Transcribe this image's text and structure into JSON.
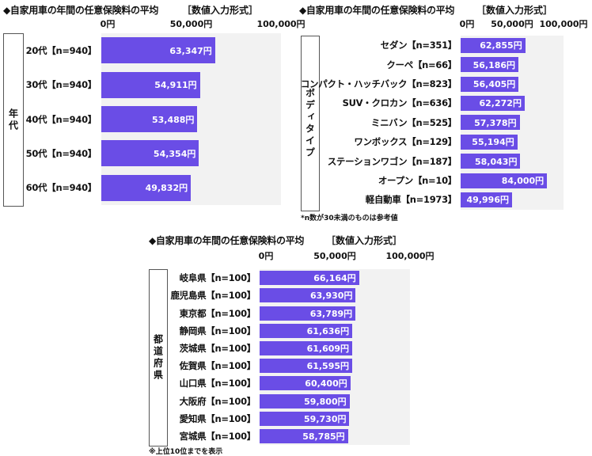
{
  "chart_data": [
    {
      "id": "age",
      "type": "bar",
      "title": "◆自家用車の年間の任意保険料の平均",
      "unit_label": "［数値入力形式］",
      "side_label": "年代",
      "xticks": [
        "0円",
        "50,000円",
        "100,000円"
      ],
      "xlim": [
        0,
        100000
      ],
      "categories": [
        "20代【n=940】",
        "30代【n=940】",
        "40代【n=940】",
        "50代【n=940】",
        "60代【n=940】"
      ],
      "values": [
        63347,
        54911,
        53488,
        54354,
        49832
      ],
      "value_labels": [
        "63,347円",
        "54,911円",
        "53,488円",
        "54,354円",
        "49,832円"
      ],
      "note": ""
    },
    {
      "id": "body",
      "type": "bar",
      "title": "◆自家用車の年間の任意保険料の平均",
      "unit_label": "［数値入力形式］",
      "side_label": "ボディタイプ",
      "xticks": [
        "0円",
        "50,000円",
        "100,000円"
      ],
      "xlim": [
        0,
        100000
      ],
      "categories": [
        "セダン【n=351】",
        "クーペ【n=66】",
        "コンパクト・ハッチバック【n=823】",
        "SUV・クロカン【n=636】",
        "ミニバン【n=525】",
        "ワンボックス【n=129】",
        "ステーションワゴン【n=187】",
        "オープン【n=10】",
        "軽自動車【n=1973】"
      ],
      "values": [
        62855,
        56186,
        56405,
        62272,
        57378,
        55194,
        58043,
        84000,
        49996
      ],
      "value_labels": [
        "62,855円",
        "56,186円",
        "56,405円",
        "62,272円",
        "57,378円",
        "55,194円",
        "58,043円",
        "84,000円",
        "49,996円"
      ],
      "note": "*n数が30未満のものは参考値"
    },
    {
      "id": "pref",
      "type": "bar",
      "title": "◆自家用車の年間の任意保険料の平均",
      "unit_label": "［数値入力形式］",
      "side_label": "都道府県",
      "xticks": [
        "0円",
        "50,000円",
        "100,000円"
      ],
      "xlim": [
        0,
        100000
      ],
      "categories": [
        "岐阜県【n=100】",
        "鹿児島県【n=100】",
        "東京都【n=100】",
        "静岡県【n=100】",
        "茨城県【n=100】",
        "佐賀県【n=100】",
        "山口県【n=100】",
        "大阪府【n=100】",
        "愛知県【n=100】",
        "宮城県【n=100】"
      ],
      "values": [
        66164,
        63930,
        63789,
        61636,
        61609,
        61595,
        60400,
        59800,
        59730,
        58785
      ],
      "value_labels": [
        "66,164円",
        "63,930円",
        "63,789円",
        "61,636円",
        "61,609円",
        "61,595円",
        "60,400円",
        "59,800円",
        "59,730円",
        "58,785円"
      ],
      "note": "※上位10位までを表示"
    }
  ],
  "colors": {
    "bar": "#6a4de6",
    "plot_bg": "#f2f2f2",
    "value_text": "#ffffff"
  }
}
